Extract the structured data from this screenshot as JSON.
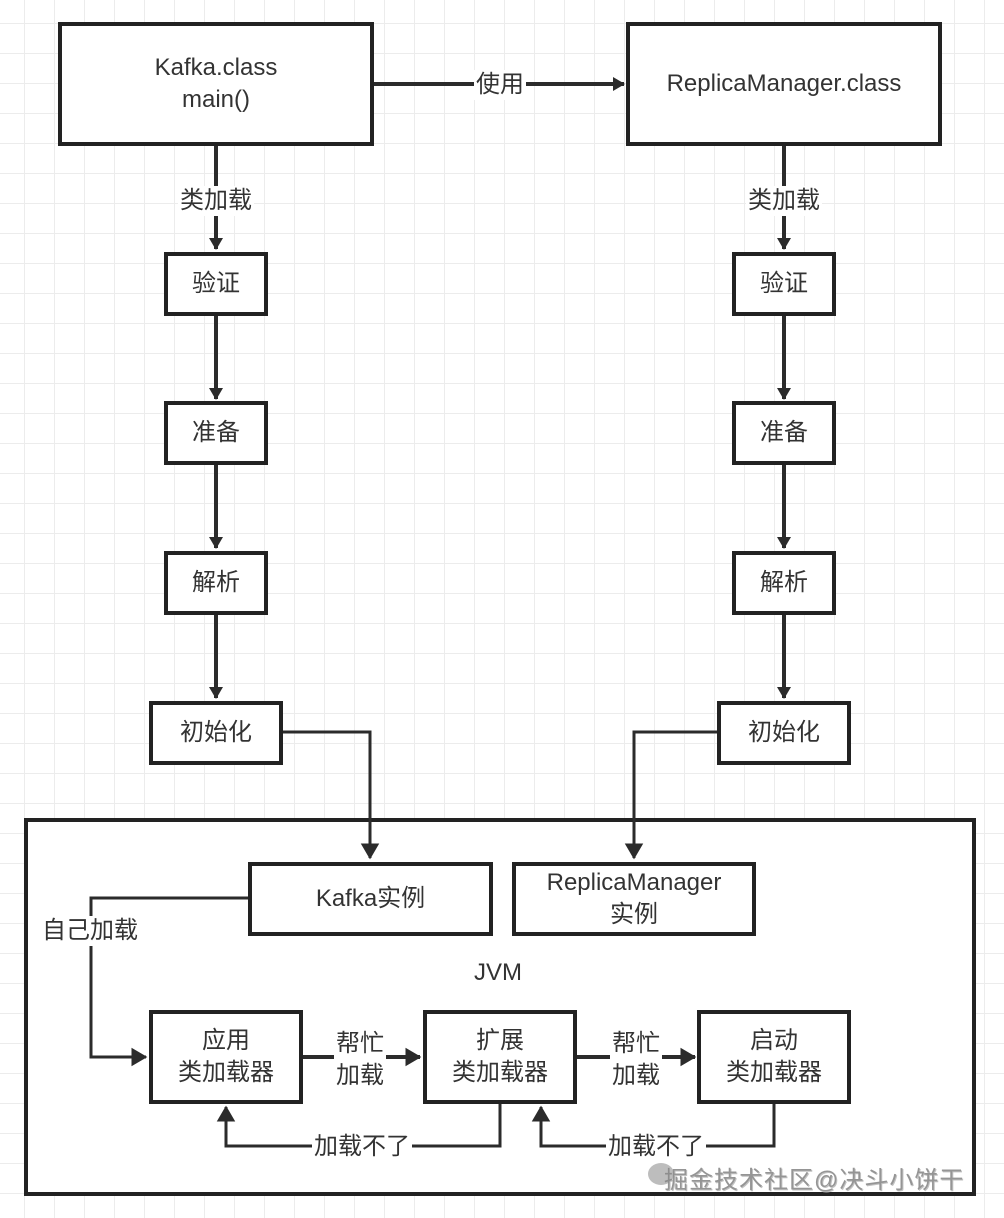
{
  "diagram": {
    "title": "Kafka / ReplicaManager class loading in the JVM",
    "left_column": {
      "source": [
        "Kafka.class",
        "main()"
      ],
      "load_edge_label": "类加载",
      "steps": [
        "验证",
        "准备",
        "解析",
        "初始化"
      ]
    },
    "right_column": {
      "source": [
        "ReplicaManager.class"
      ],
      "load_edge_label": "类加载",
      "steps": [
        "验证",
        "准备",
        "解析",
        "初始化"
      ]
    },
    "uses_edge_label": "使用",
    "jvm": {
      "label": "JVM",
      "instances": {
        "kafka": [
          "Kafka实例"
        ],
        "replica_manager": [
          "ReplicaManager",
          "实例"
        ]
      },
      "self_load_label": "自己加载",
      "loaders": [
        {
          "id": "app",
          "lines": [
            "应用",
            "类加载器"
          ]
        },
        {
          "id": "ext",
          "lines": [
            "扩展",
            "类加载器"
          ]
        },
        {
          "id": "boot",
          "lines": [
            "启动",
            "类加载器"
          ]
        }
      ],
      "delegate_label": [
        "帮忙",
        "加载"
      ],
      "fallback_label": "加载不了"
    },
    "edges": [
      {
        "from": "Kafka.class",
        "to": "ReplicaManager.class",
        "label": "使用"
      },
      {
        "from": "Kafka.class",
        "to": "验证(left)",
        "label": "类加载"
      },
      {
        "from": "验证(left)",
        "to": "准备(left)"
      },
      {
        "from": "准备(left)",
        "to": "解析(left)"
      },
      {
        "from": "解析(left)",
        "to": "初始化(left)"
      },
      {
        "from": "初始化(left)",
        "to": "Kafka实例"
      },
      {
        "from": "ReplicaManager.class",
        "to": "验证(right)",
        "label": "类加载"
      },
      {
        "from": "验证(right)",
        "to": "准备(right)"
      },
      {
        "from": "准备(right)",
        "to": "解析(right)"
      },
      {
        "from": "解析(right)",
        "to": "初始化(right)"
      },
      {
        "from": "初始化(right)",
        "to": "ReplicaManager实例"
      },
      {
        "from": "Kafka实例",
        "to": "应用类加载器",
        "label": "自己加载"
      },
      {
        "from": "应用类加载器",
        "to": "扩展类加载器",
        "label": "帮忙加载"
      },
      {
        "from": "扩展类加载器",
        "to": "启动类加载器",
        "label": "帮忙加载"
      },
      {
        "from": "启动类加载器",
        "to": "扩展类加载器",
        "label": "加载不了"
      },
      {
        "from": "扩展类加载器",
        "to": "应用类加载器",
        "label": "加载不了"
      }
    ]
  },
  "watermark": "掘金技术社区@决斗小饼干"
}
